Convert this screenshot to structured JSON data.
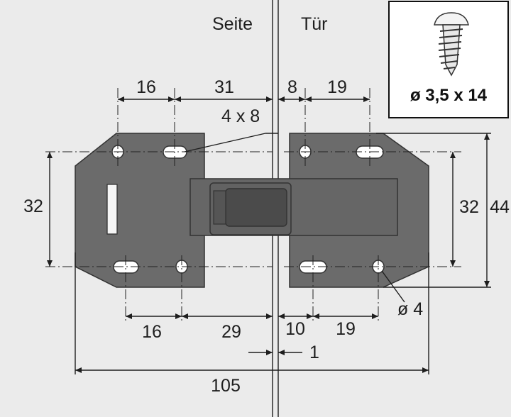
{
  "labels": {
    "side": "Seite",
    "door": "Tür",
    "slot": "4 x 8",
    "hole": "ø 4",
    "screw": "ø 3,5 x 14"
  },
  "dimensions": {
    "top_left_16": "16",
    "top_left_31": "31",
    "top_right_8": "8",
    "top_right_19": "19",
    "left_32": "32",
    "right_32": "32",
    "right_44": "44",
    "bottom_left_16": "16",
    "bottom_left_29": "29",
    "bottom_right_10": "10",
    "bottom_right_19": "19",
    "offset_1": "1",
    "total_105": "105"
  },
  "colors": {
    "background": "#ebebeb",
    "plate": "#6b6b6b",
    "line": "#1e1e1e"
  },
  "icons": [
    "screw-icon",
    "arrowhead-icon"
  ]
}
